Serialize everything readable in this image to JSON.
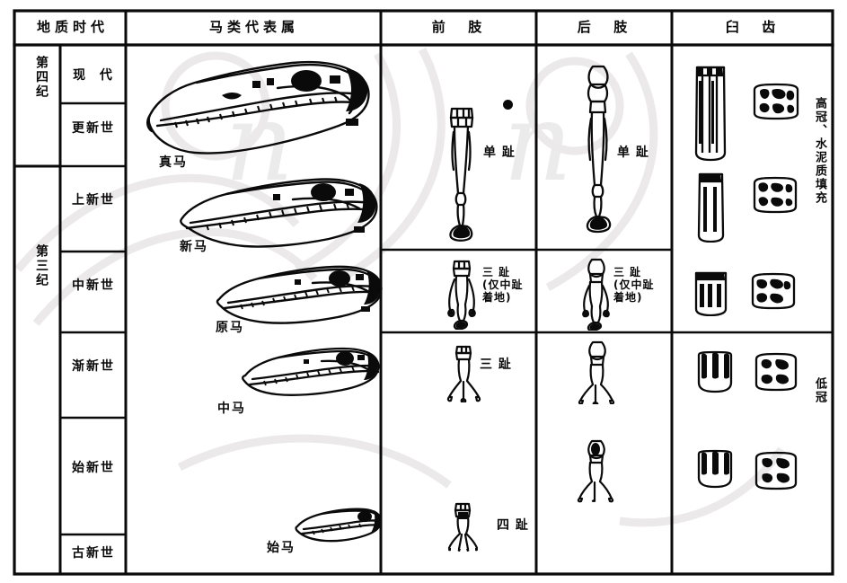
{
  "figure": {
    "title_row": {
      "columns": [
        {
          "id": "geologic-age",
          "label": "地质时代"
        },
        {
          "id": "representative-genera",
          "label": "马类代表属"
        },
        {
          "id": "forelimb",
          "label": "前  肢"
        },
        {
          "id": "hindlimb",
          "label": "后  肢"
        },
        {
          "id": "molar",
          "label": "臼  齿"
        }
      ]
    },
    "periods": [
      {
        "id": "quaternary",
        "label": "第四纪"
      },
      {
        "id": "tertiary",
        "label": "第三纪"
      }
    ],
    "epochs": [
      {
        "id": "holocene",
        "label": "现  代"
      },
      {
        "id": "pleistocene",
        "label": "更新世"
      },
      {
        "id": "pliocene",
        "label": "上新世"
      },
      {
        "id": "miocene",
        "label": "中新世"
      },
      {
        "id": "oligocene",
        "label": "渐新世"
      },
      {
        "id": "eocene",
        "label": "始新世"
      },
      {
        "id": "paleocene",
        "label": "古新世"
      }
    ],
    "genera": [
      {
        "id": "equus",
        "label": "真马"
      },
      {
        "id": "pliohippus",
        "label": "新马"
      },
      {
        "id": "merychippus",
        "label": "原马"
      },
      {
        "id": "mesohippus",
        "label": "中马"
      },
      {
        "id": "eohippus",
        "label": "始马"
      }
    ],
    "forelimb_notes": [
      {
        "id": "fore-single-toe",
        "label": "单 趾"
      },
      {
        "id": "fore-three-toe",
        "label": "三 趾\n(仅中趾\n着地)"
      },
      {
        "id": "fore-three-toe-2",
        "label": "三 趾"
      },
      {
        "id": "fore-four-toe",
        "label": "四 趾"
      }
    ],
    "hindlimb_notes": [
      {
        "id": "hind-single-toe",
        "label": "单 趾"
      },
      {
        "id": "hind-three-toe",
        "label": "三 趾\n(仅中趾\n着地)"
      }
    ],
    "molar_notes": [
      {
        "id": "high-crown",
        "label": "高冠、水泥质填充"
      },
      {
        "id": "low-crown",
        "label": "低冠"
      }
    ],
    "colors": {
      "ink": "#0a0a0a",
      "paper": "#ffffff",
      "watermark": "#eceaea"
    }
  }
}
